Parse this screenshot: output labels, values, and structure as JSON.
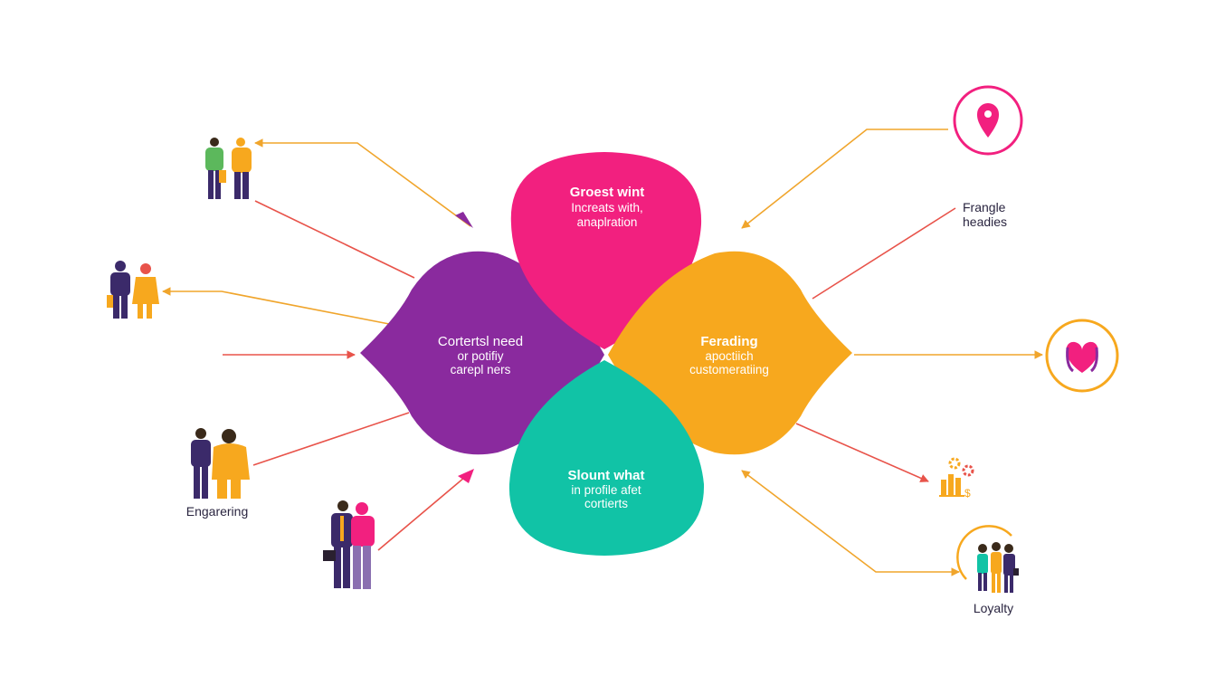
{
  "colors": {
    "magenta": "#f2207f",
    "purple": "#8a2a9e",
    "orange": "#f7a81e",
    "teal": "#11c3a6",
    "arrow_orange": "#f0a52c",
    "arrow_red": "#e8534a",
    "navy": "#3b2a6a",
    "green": "#5cb85c"
  },
  "petals": {
    "top": {
      "title": "Groest wint",
      "lines": [
        "Increats with,",
        "anaplration"
      ]
    },
    "left": {
      "title": "Cortertsl need",
      "lines": [
        "or potifiy",
        "carepl ners"
      ]
    },
    "right": {
      "title": "Ferading",
      "lines": [
        "apoctiich",
        "customeratiing"
      ]
    },
    "bottom": {
      "title": "Slount what",
      "lines": [
        "in profile afet",
        "cortierts"
      ]
    }
  },
  "labels": {
    "engagering": "Engarering",
    "frangle": [
      "Frangle",
      "headies"
    ],
    "loyalty": "Loyalty"
  },
  "icons": {
    "location": "location-pin-icon",
    "heart": "heart-icon",
    "growth": "chart-gear-icon",
    "group": "people-group-icon"
  }
}
